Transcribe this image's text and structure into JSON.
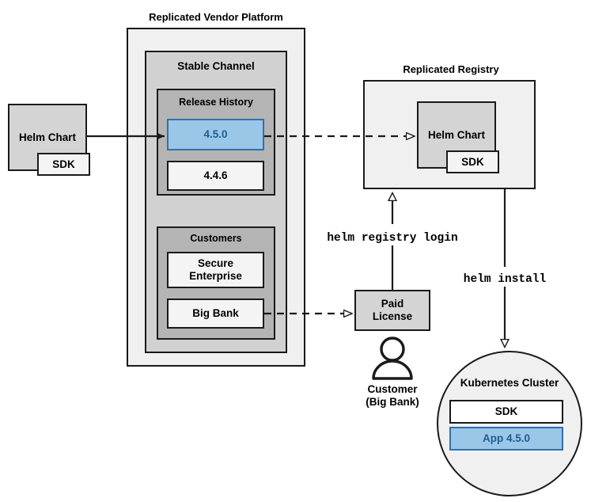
{
  "diagram": {
    "title_platform": "Replicated Vendor Platform",
    "title_registry": "Replicated Registry",
    "channel": "Stable Channel",
    "release_history": "Release History",
    "releases": [
      {
        "label": "4.5.0",
        "state": "selected"
      },
      {
        "label": "4.4.6",
        "state": "normal"
      }
    ],
    "customers_title": "Customers",
    "customers": [
      {
        "label": "Secure Enterprise"
      },
      {
        "label": "Big Bank"
      }
    ],
    "source_chart": {
      "title": "Helm Chart",
      "sdk": "SDK"
    },
    "registry_chart": {
      "title": "Helm Chart",
      "sdk": "SDK"
    },
    "paid_license": "Paid\nLicense",
    "paid_license_line1": "Paid",
    "paid_license_line2": "License",
    "actor_line1": "Customer",
    "actor_line2": "(Big Bank)",
    "cluster_title": "Kubernetes Cluster",
    "cluster_items": [
      {
        "label": "SDK",
        "state": "normal"
      },
      {
        "label": "App 4.5.0",
        "state": "selected"
      }
    ],
    "commands": [
      {
        "id": "registry-login",
        "text": "helm registry login"
      },
      {
        "id": "install",
        "text": "helm install"
      }
    ]
  },
  "colors": {
    "accent_fill": "#9ac7e8",
    "accent_border": "#2e72ab",
    "accent_text": "#1f5c8f",
    "gray_outer": "#f0f0f0",
    "gray_channel": "#d1d1d1",
    "gray_inner": "#b4b4b4",
    "gray_node": "#d4d4d4",
    "white_node": "#f4f4f4",
    "stroke": "#1a1a1a"
  }
}
